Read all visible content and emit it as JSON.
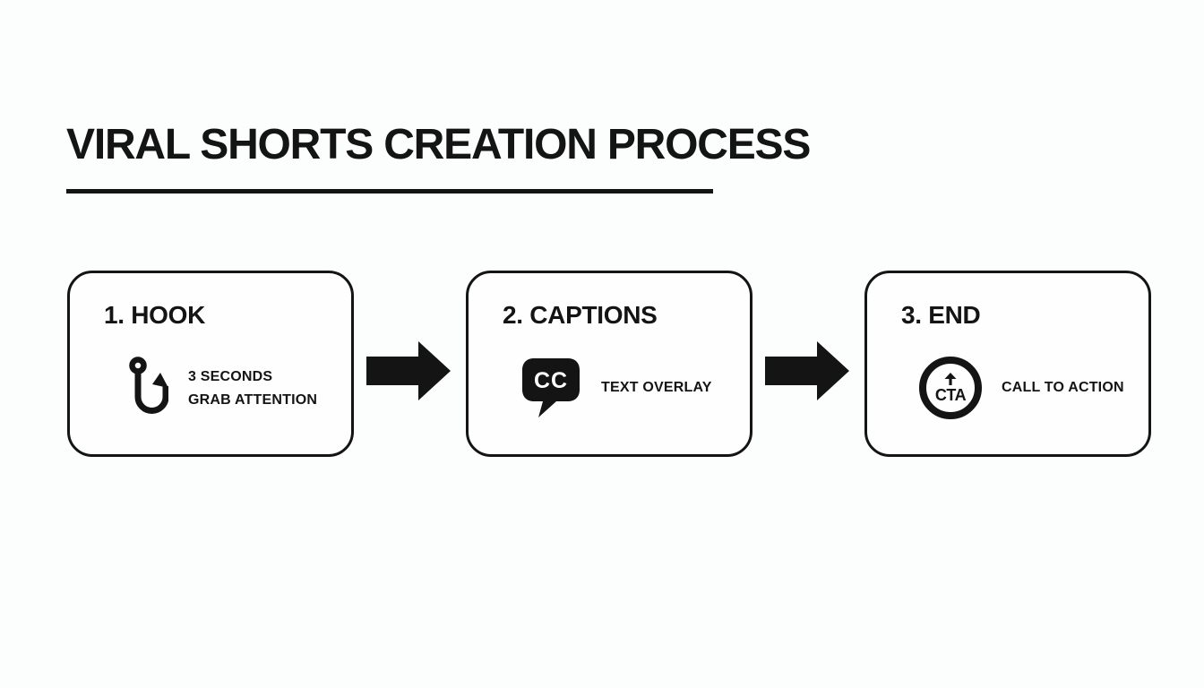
{
  "title": "VIRAL SHORTS CREATION PROCESS",
  "colors": {
    "background": "#fcfdfd",
    "ink": "#141414",
    "card_background": "#fefefe",
    "icon_label_light": "#ffffff"
  },
  "steps": [
    {
      "heading": "1. HOOK",
      "icon": "fish-hook-icon",
      "lines": [
        "3 SECONDS",
        "GRAB ATTENTION"
      ]
    },
    {
      "heading": "2. CAPTIONS",
      "icon": "closed-captions-icon",
      "icon_label": "CC",
      "lines": [
        "TEXT OVERLAY"
      ]
    },
    {
      "heading": "3. END",
      "icon": "cta-circle-icon",
      "icon_label": "CTA",
      "lines": [
        "CALL TO ACTION"
      ]
    }
  ],
  "connectors": [
    {
      "icon": "right-arrow-icon"
    },
    {
      "icon": "right-arrow-icon"
    }
  ]
}
